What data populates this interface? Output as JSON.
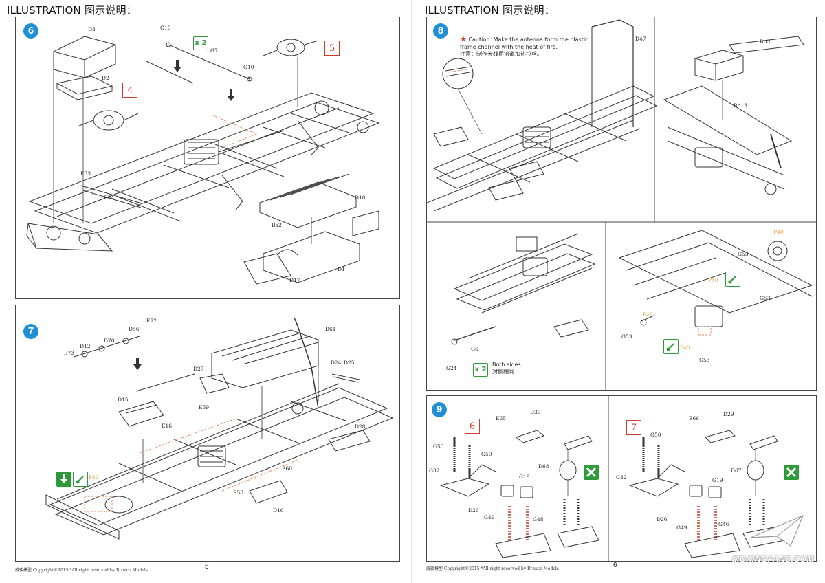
{
  "header": {
    "left_title": "ILLUSTRATION 图示说明：",
    "right_title": "ILLUSTRATION 图示说明："
  },
  "steps": {
    "s6": {
      "number": "6",
      "sub": "4",
      "sub2": "5",
      "x2": "x 2",
      "parts": {
        "D3": "D3",
        "D2": "D2",
        "G10a": "G10",
        "G7": "G7",
        "G10b": "G10",
        "E33": "E33",
        "E34": "E34",
        "D18": "D18",
        "Ba2": "Ba2",
        "D1": "D1",
        "D17": "D17"
      }
    },
    "s7": {
      "number": "7",
      "parts": {
        "E73": "E73",
        "D12": "D12",
        "D70": "D70",
        "D56": "D56",
        "E72": "E72",
        "D61": "D61",
        "D24": "D24",
        "D25": "D25",
        "D27": "D27",
        "D15": "D15",
        "E59": "E59",
        "E16": "E16",
        "D28": "D28",
        "P42": "P42",
        "E60": "E60",
        "E58": "E58",
        "D16": "D16"
      }
    },
    "s8": {
      "number": "8",
      "caution_en": "Caution: Make the antenna  form the plastic frame channel with the heat of fire.",
      "caution_cn": "注意：制作天线用流道加热拉丝。",
      "parts": {
        "D47": "D47",
        "Bb3": "Bb3",
        "Bb13": "Bb13",
        "G6": "G6",
        "G24": "G24",
        "P40a": "P40",
        "G53a": "G53",
        "P40b": "P40",
        "G53b": "G53",
        "P40c": "P40",
        "G53c": "G53",
        "P40d": "P40",
        "G53d": "G53"
      },
      "x2": "x 2",
      "both_sides_en": "Both sides",
      "both_sides_cn": "对侧相同"
    },
    "s9": {
      "number": "9",
      "sub_a": "6",
      "sub_b": "7",
      "parts": {
        "E65": "E65",
        "D30": "D30",
        "G50a": "G50",
        "G50b": "G50",
        "G32a": "G32",
        "D68": "D68",
        "G19a": "G19",
        "D26a": "D26",
        "G49a": "G49",
        "G48": "G48",
        "E66": "E66",
        "D29": "D29",
        "G50c": "G50",
        "G32b": "G32",
        "D67": "D67",
        "G19b": "G19",
        "D26b": "D26",
        "G49b": "G49",
        "G46": "G46"
      }
    }
  },
  "footer": {
    "left_copy": "威骏模型   Copyright©2015   *All right reserved by Bronco Models",
    "left_page": "5",
    "right_copy": "威骏模型   Copyright©2015   *All right reserved by Bronco Models",
    "right_page": "6"
  },
  "watermark": "MOXINGFANS.COM",
  "colors": {
    "badge": "#1f8fd6",
    "red_box": "#d23a2a",
    "green": "#2e9b3a",
    "orange_label": "#e8a040"
  },
  "icons": [
    "down-arrow-icon",
    "glue-icon",
    "no-cement-icon",
    "star-icon",
    "watermark-logo-icon"
  ]
}
